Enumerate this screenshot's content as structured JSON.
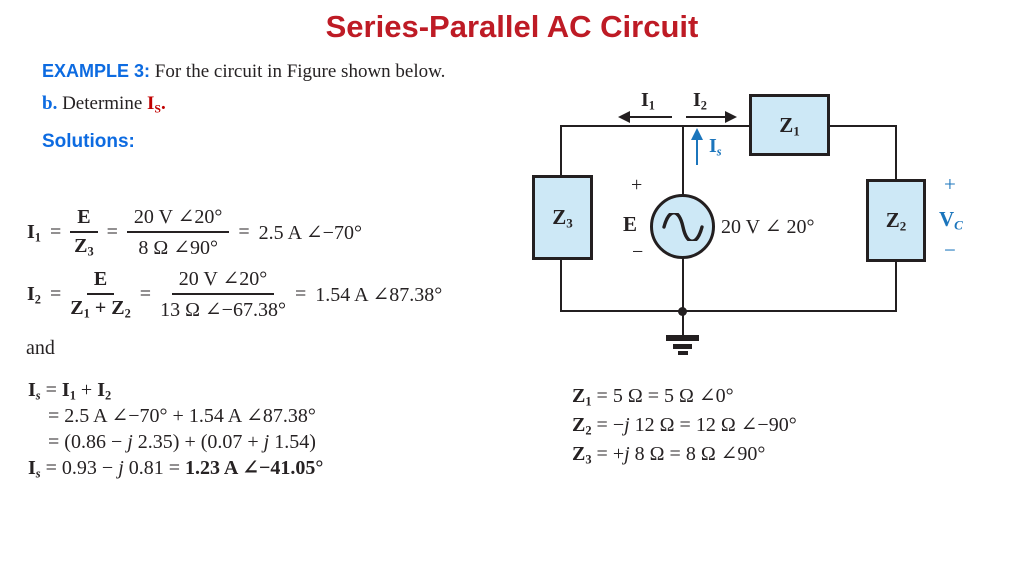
{
  "title": "Series-Parallel AC Circuit",
  "example": {
    "label": "EXAMPLE 3:",
    "text": " For the circuit in Figure shown below."
  },
  "part_b": {
    "label": "b.",
    "text": " Determine ",
    "var_base": "I",
    "var_sub": "S",
    "period": "."
  },
  "solutions_label": "Solutions:",
  "sym": {
    "eq": "="
  },
  "equations": {
    "i1": {
      "lhs_base": "I",
      "lhs_sub": "1",
      "f1_num": "E",
      "f1_den_base": "Z",
      "f1_den_sub": "3",
      "f2_num": "20 V ∠20°",
      "f2_den": "8 Ω ∠90°",
      "result": "2.5 A ∠−70°"
    },
    "i2": {
      "lhs_base": "I",
      "lhs_sub": "2",
      "f1_num": "E",
      "den_z1_base": "Z",
      "den_z1_sub": "1",
      "den_plus": " + ",
      "den_z2_base": "Z",
      "den_z2_sub": "2",
      "f2_num": "20 V ∠20°",
      "f2_den": "13 Ω ∠−67.38°",
      "result": "1.54 A ∠87.38°"
    },
    "and_text": "and",
    "is_calc": {
      "l1": {
        "lhs_base": "I",
        "lhs_sub": "s",
        "eq": " = ",
        "i1_base": "I",
        "i1_sub": "1",
        "plus": " + ",
        "i2_base": "I",
        "i2_sub": "2"
      },
      "l2": "= 2.5 A ∠−70° + 1.54 A ∠87.38°",
      "l3": {
        "p1": "= (0.86 − ",
        "j1": "j",
        "p2": " 2.35) + (0.07 + ",
        "j2": "j",
        "p3": " 1.54)"
      },
      "l4": {
        "lhs_base": "I",
        "lhs_sub": "s",
        "p1": " = 0.93 − ",
        "j": "j",
        "p2": " 0.81 = ",
        "result_bold": "1.23 A ∠−41.05°"
      }
    }
  },
  "impedances": {
    "z1": {
      "base": "Z",
      "sub": "1",
      "rest": " = 5 Ω = 5 Ω ∠0°"
    },
    "z2": {
      "base": "Z",
      "sub": "2",
      "p1": " = −",
      "j": "j",
      "p2": " 12 Ω = 12 Ω ∠−90°"
    },
    "z3": {
      "base": "Z",
      "sub": "3",
      "p1": " = +",
      "j": "j",
      "p2": " 8 Ω = 8 Ω ∠90°"
    }
  },
  "circuit": {
    "z1_label": {
      "base": "Z",
      "sub": "1"
    },
    "z2_label": {
      "base": "Z",
      "sub": "2"
    },
    "z3_label": {
      "base": "Z",
      "sub": "3"
    },
    "source": {
      "label": "E",
      "plus": "+",
      "minus": "−",
      "value": "20 V ∠ 20°"
    },
    "currents": {
      "i1": {
        "base": "I",
        "sub": "1"
      },
      "i2": {
        "base": "I",
        "sub": "2"
      },
      "is": {
        "base": "I",
        "sub": "s"
      }
    },
    "vc": {
      "plus": "+",
      "base": "V",
      "sub": "C",
      "minus": "−"
    }
  },
  "colors": {
    "title_red": "#BE1B25",
    "heading_blue": "#0D6BE1",
    "accent_red": "#C00000",
    "circuit_blue": "#1B75BC",
    "box_fill": "#CDE8F6",
    "wire": "#231F20"
  }
}
